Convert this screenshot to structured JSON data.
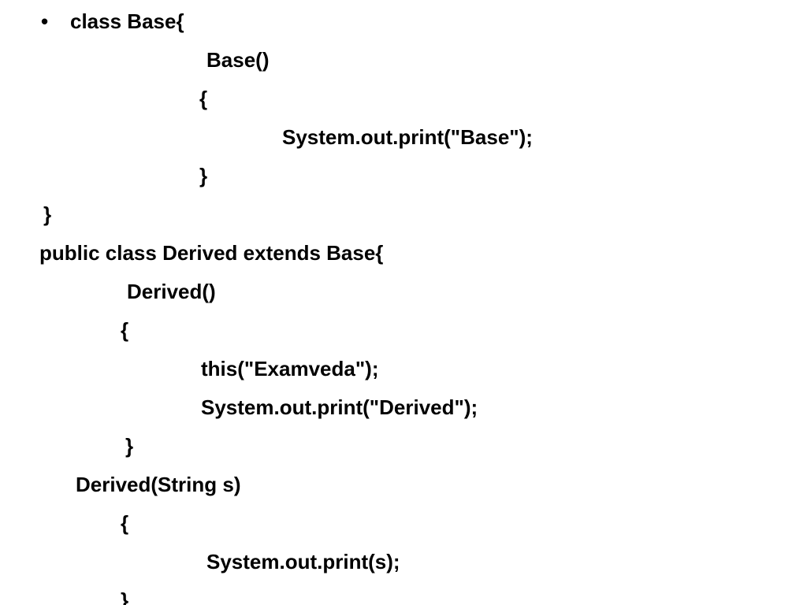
{
  "bullet": "•",
  "code_lines": [
    "class Base{",
    "Base()",
    "{",
    "System.out.print(\"Base\");",
    "}",
    "}",
    "public class Derived extends Base{",
    "Derived()",
    "{",
    "this(\"Examveda\");",
    "System.out.print(\"Derived\");",
    "}",
    "Derived(String s)",
    "{",
    "System.out.print(s);",
    "}"
  ]
}
